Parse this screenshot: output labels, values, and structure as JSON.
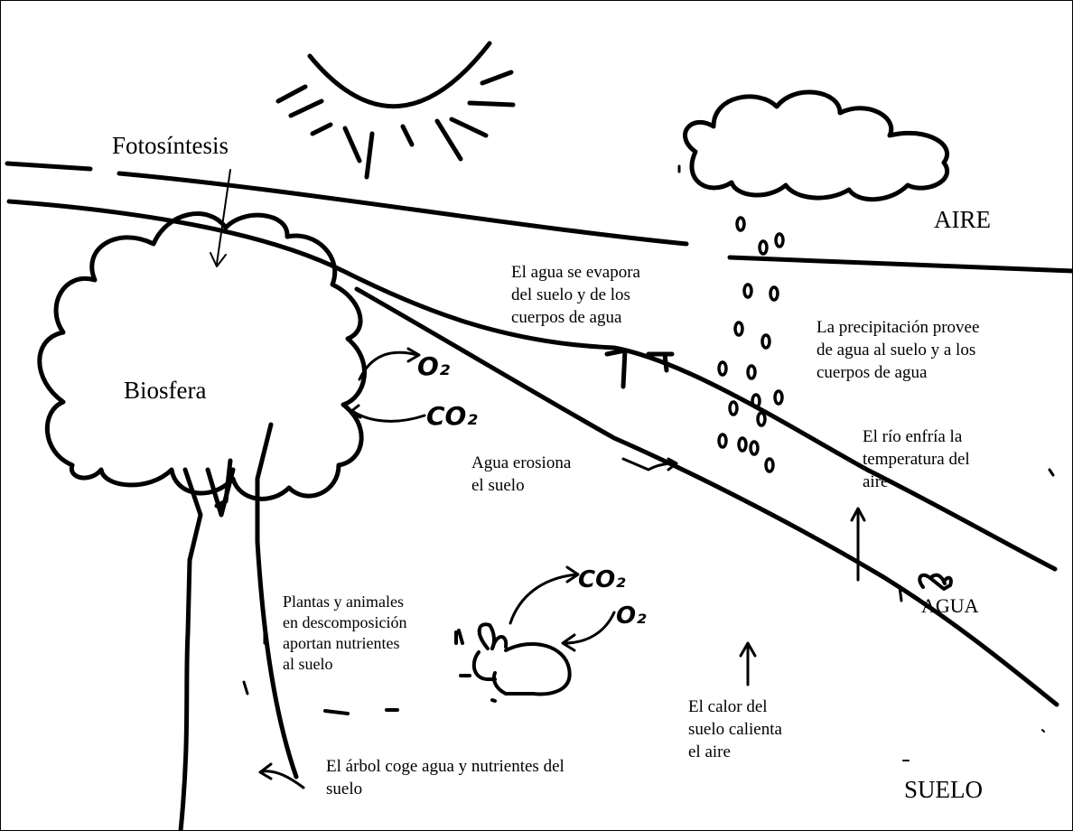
{
  "labels": {
    "fotosintesis": "Fotosíntesis",
    "biosfera": "Biosfera",
    "aire": "AIRE",
    "agua": "AGUA",
    "suelo": "SUELO",
    "evapora": [
      "El agua se evapora",
      "del suelo y de los",
      "cuerpos de agua"
    ],
    "precipitacion": [
      "La precipitación provee",
      "de agua al suelo y a los",
      "cuerpos de agua"
    ],
    "rio": [
      "El río enfría la",
      "temperatura del",
      "aire"
    ],
    "erosiona": [
      "Agua erosiona",
      "el suelo"
    ],
    "descomposicion": [
      "Plantas y animales",
      "en descomposición",
      "aportan nutrientes",
      "al suelo"
    ],
    "calor": [
      "El calor del",
      "suelo calienta",
      "el aire"
    ],
    "arbol": [
      "El árbol coge agua y nutrientes del",
      "suelo"
    ]
  },
  "gas_labels": {
    "o2": "O₂",
    "co2": "CO₂"
  },
  "icons": [
    "sun-icon",
    "cloud-icon",
    "raindrop-icon",
    "tree-icon",
    "rabbit-icon",
    "fish-icon",
    "arrow-icon"
  ]
}
